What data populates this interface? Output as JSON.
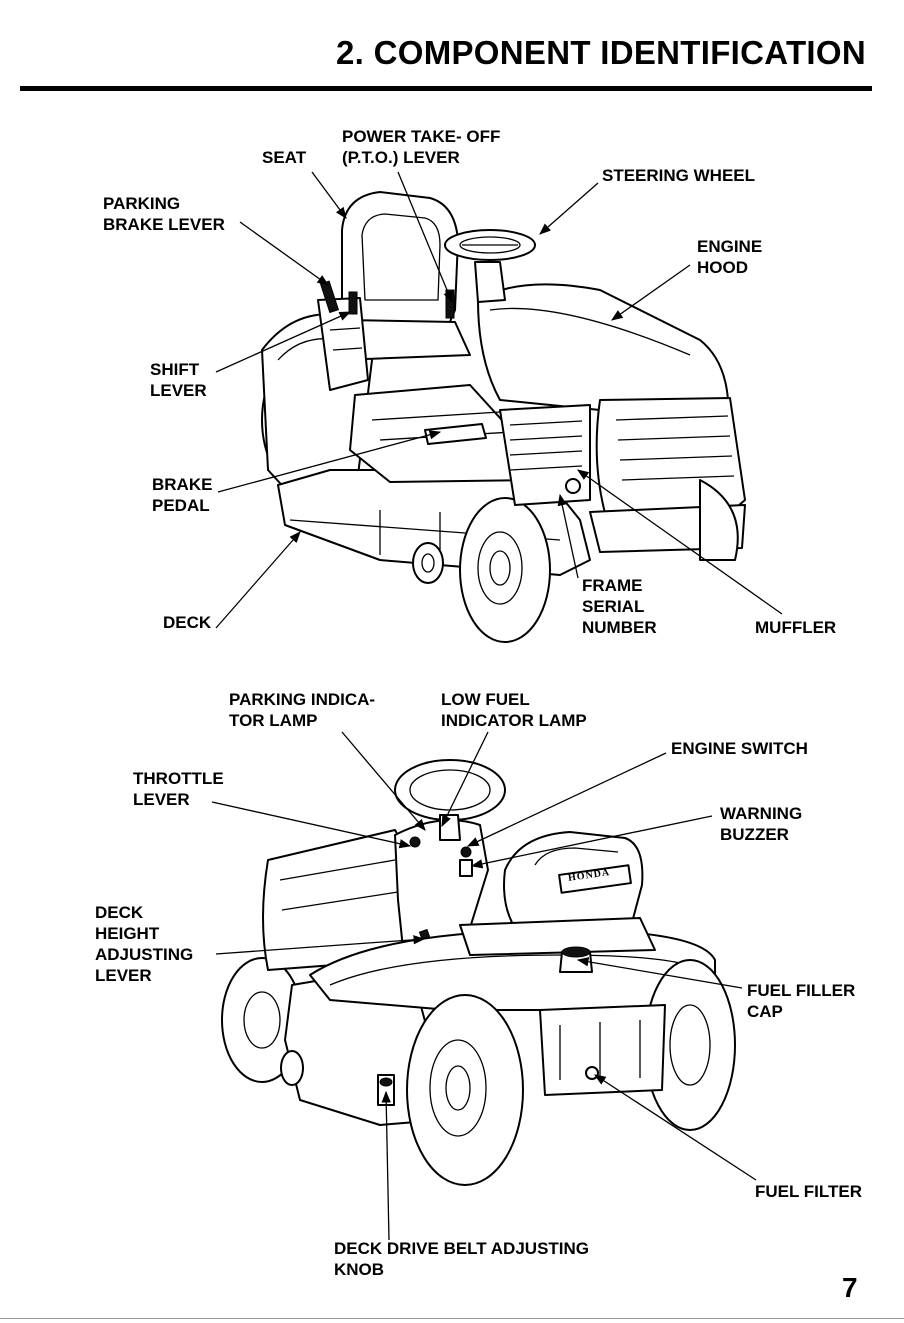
{
  "header": {
    "title": "2.   COMPONENT IDENTIFICATION"
  },
  "top_labels": {
    "power_takeoff_1": "POWER TAKE- OFF",
    "power_takeoff_2": "(P.T.O.) LEVER",
    "seat": "SEAT",
    "parking_brake_1": "PARKING",
    "parking_brake_2": "BRAKE LEVER",
    "steering_wheel": "STEERING WHEEL",
    "engine_hood_1": "ENGINE",
    "engine_hood_2": "HOOD",
    "shift_1": "SHIFT",
    "shift_2": "LEVER",
    "brake_pedal_1": "BRAKE",
    "brake_pedal_2": "PEDAL",
    "deck": "DECK",
    "frame_serial_1": "FRAME",
    "frame_serial_2": "SERIAL",
    "frame_serial_3": "NUMBER",
    "muffler": "MUFFLER"
  },
  "bottom_labels": {
    "parking_indicator_1": "PARKING INDICA-",
    "parking_indicator_2": "TOR LAMP",
    "low_fuel_1": "LOW FUEL",
    "low_fuel_2": "INDICATOR LAMP",
    "engine_switch": "ENGINE SWITCH",
    "throttle_1": "THROTTLE",
    "throttle_2": "LEVER",
    "warning_1": "WARNING",
    "warning_2": "BUZZER",
    "deck_height_1": "DECK",
    "deck_height_2": "HEIGHT",
    "deck_height_3": "ADJUSTING",
    "deck_height_4": "LEVER",
    "fuel_cap_1": "FUEL FILLER",
    "fuel_cap_2": "CAP",
    "fuel_filter": "FUEL FILTER",
    "deck_belt_1": "DECK DRIVE BELT ADJUSTING",
    "deck_belt_2": "KNOB"
  },
  "brand_badge": "HONDA",
  "page_number": "7"
}
